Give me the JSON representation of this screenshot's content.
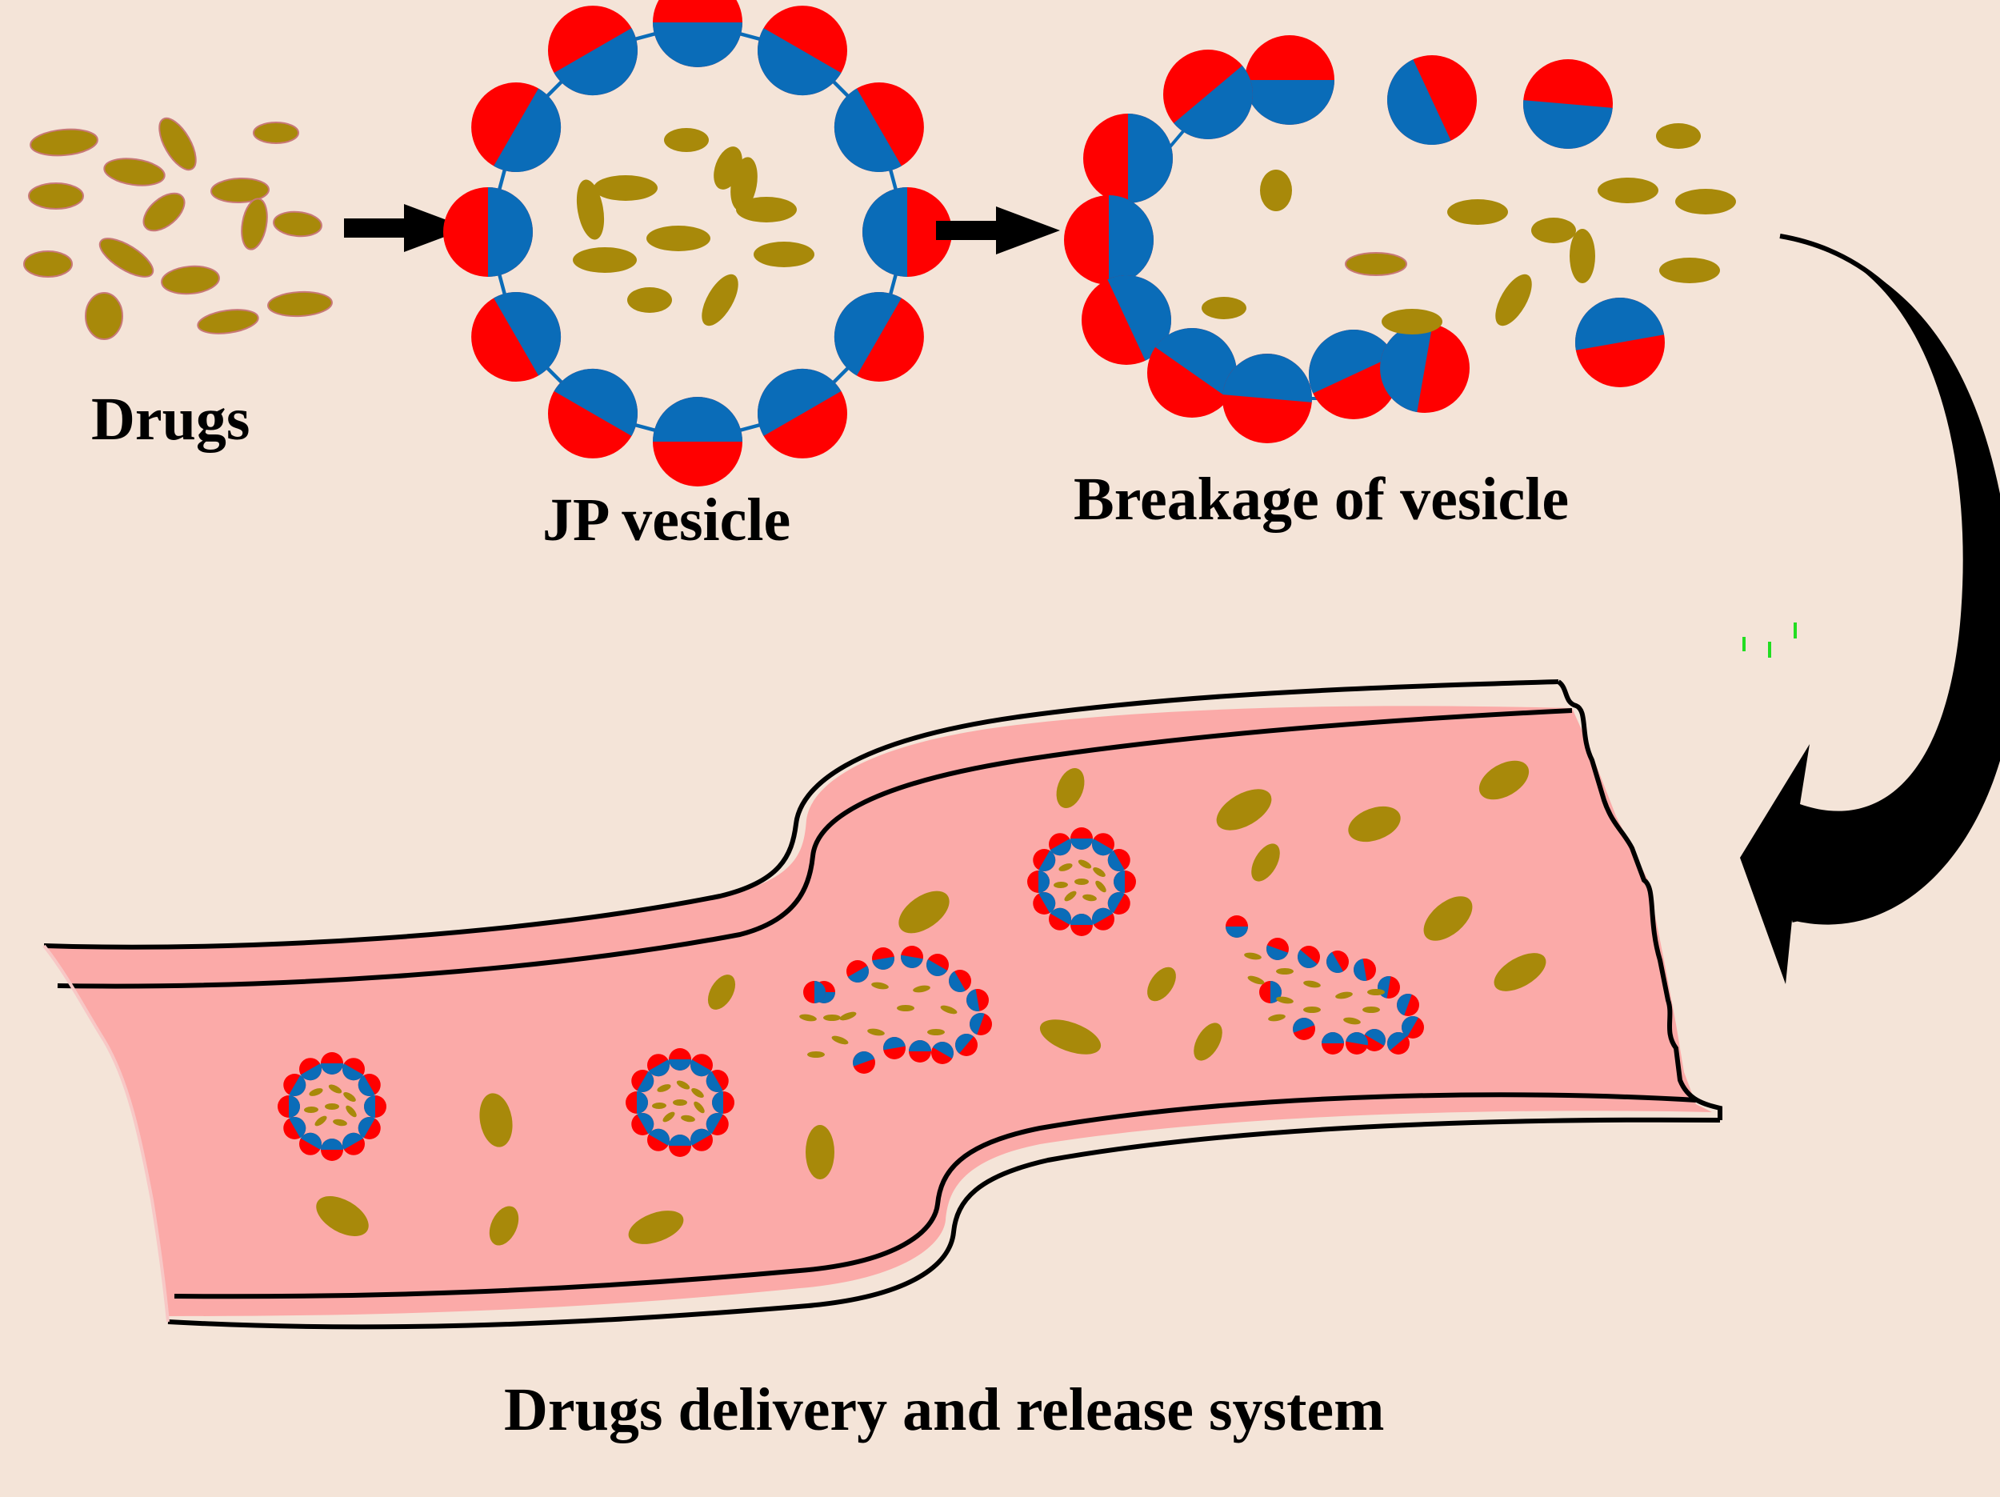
{
  "labels": {
    "drugs": "Drugs",
    "jp_vesicle": "JP vesicle",
    "breakage": "Breakage of vesicle",
    "system": "Drugs delivery and release system"
  },
  "colors": {
    "background": "#f4e4d8",
    "drug": "#a8890a",
    "drug_outline": "#c87878",
    "vesicle_head": "#ff0000",
    "vesicle_tail": "#0a6cb8",
    "vessel_fill": "#fbaaa8",
    "vessel_wall": "#000000",
    "arrow": "#000000",
    "green_marks": "#22dd22"
  }
}
